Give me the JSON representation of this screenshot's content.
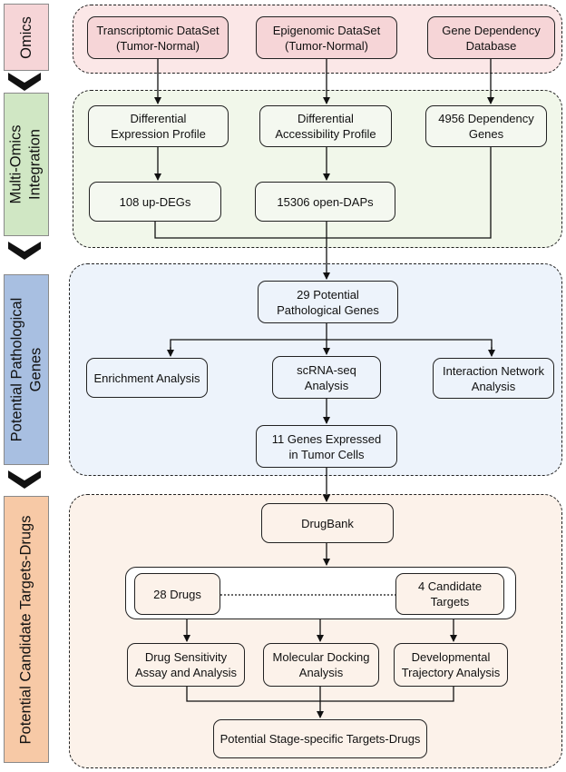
{
  "colors": {
    "omics_fill": "#f6d5d7",
    "integration_fill": "#d0e7c4",
    "pathological_fill": "#a8bfe1",
    "targets_fill": "#f7c9a6",
    "omics_region": "#fbe7e7",
    "integration_region": "#f1f7ea",
    "pathological_region": "#edf3fb",
    "targets_region": "#fcf2ea",
    "stroke": "#222222"
  },
  "sections": {
    "omics": "Omics",
    "integration": "Multi-Omics\nIntegration",
    "pathological": "Potential Pathological\nGenes",
    "targets": "Potential Candidate Targets-Drugs"
  },
  "boxes": {
    "transcriptomic": "Transcriptomic DataSet\n(Tumor-Normal)",
    "epigenomic": "Epigenomic DataSet\n(Tumor-Normal)",
    "gene_dependency": "Gene Dependency\nDatabase",
    "diff_expression": "Differential\nExpression Profile",
    "diff_accessibility": "Differential\nAccessibility Profile",
    "dependency_genes": "4956 Dependency\nGenes",
    "up_degs": "108 up-DEGs",
    "open_daps": "15306 open-DAPs",
    "potential_genes": "29 Potential\nPathological Genes",
    "enrichment": "Enrichment Analysis",
    "scrna": "scRNA-seq\nAnalysis",
    "interaction": "Interaction Network\nAnalysis",
    "expressed_genes": "11 Genes Expressed\nin Tumor Cells",
    "drugbank": "DrugBank",
    "drugs": "28 Drugs",
    "candidate_targets": "4 Candidate\nTargets",
    "drug_sensitivity": "Drug Sensitivity\nAssay and Analysis",
    "molecular_docking": "Molecular Docking\nAnalysis",
    "developmental": "Developmental\nTrajectory Analysis",
    "stage_specific": "Potential Stage-specific Targets-Drugs"
  }
}
